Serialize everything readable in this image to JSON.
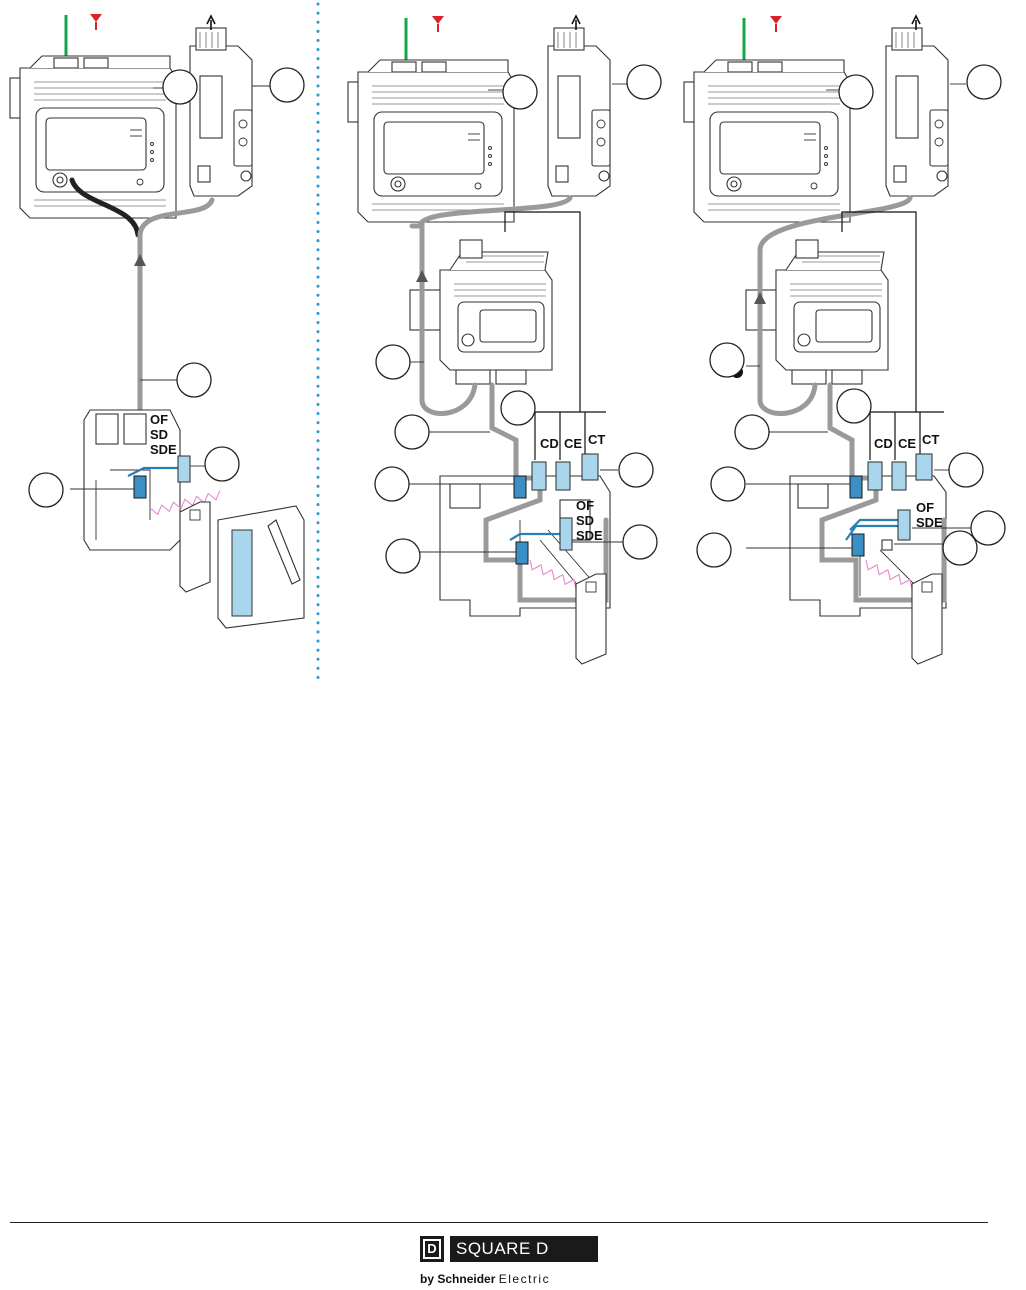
{
  "panels": [
    {
      "labels": [
        "OF",
        "SD",
        "SDE"
      ]
    },
    {
      "auxiliary_labels": [
        "CD",
        "CE",
        "CT"
      ],
      "contact_labels": [
        "OF",
        "SD",
        "SDE"
      ]
    },
    {
      "auxiliary_labels": [
        "CD",
        "CE",
        "CT"
      ],
      "contact_labels": [
        "OF",
        "SDE"
      ]
    }
  ],
  "colors": {
    "green_conductor": "#14a54b",
    "red_terminal": "#d8232a",
    "separator": "#2e9ad6",
    "accessory_blue": "#a9d6ec",
    "cable_grey": "#9a9a9a",
    "spring_pink": "#e58ad2"
  },
  "footer": {
    "logo_letter": "D",
    "logo_name": "SQUARE D",
    "by": "by",
    "brand": "Schneider",
    "brand_suffix": "Electric"
  }
}
